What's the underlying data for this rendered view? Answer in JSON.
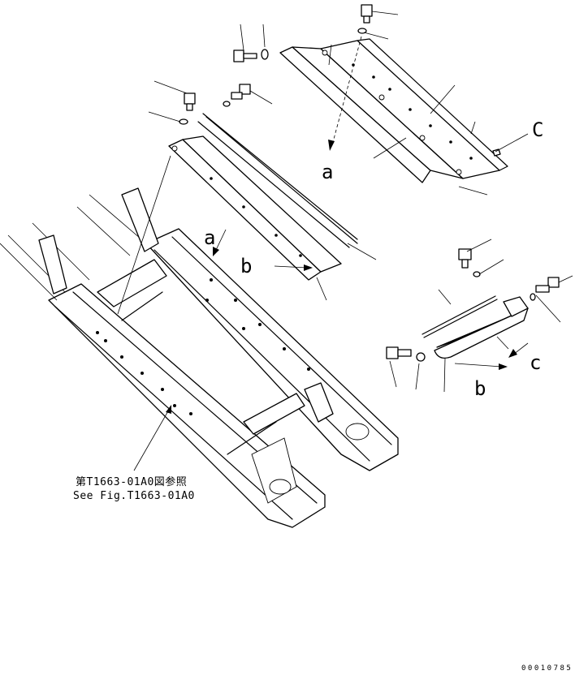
{
  "labels": {
    "a_upper": "a",
    "a_lower": "a",
    "b_lower": "b",
    "b_right": "b",
    "c_upper": "C",
    "c_right": "c"
  },
  "reference": {
    "line_jp": "第T1663-01A0図参照",
    "line_en": "See Fig.T1663-01A0"
  },
  "drawing_code": "00010785"
}
